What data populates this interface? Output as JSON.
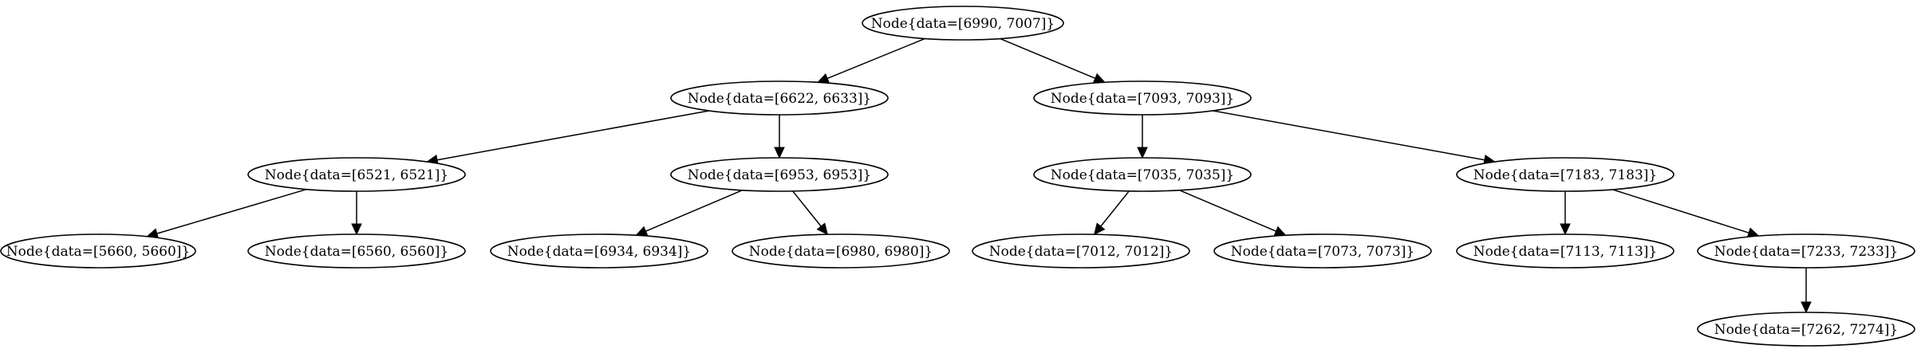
{
  "nodes": {
    "n0": {
      "label": "Node{data=[6990, 7007]}"
    },
    "n1": {
      "label": "Node{data=[6622, 6633]}"
    },
    "n2": {
      "label": "Node{data=[7093, 7093]}"
    },
    "n3": {
      "label": "Node{data=[6521, 6521]}"
    },
    "n4": {
      "label": "Node{data=[6953, 6953]}"
    },
    "n5": {
      "label": "Node{data=[7035, 7035]}"
    },
    "n6": {
      "label": "Node{data=[7183, 7183]}"
    },
    "n7": {
      "label": "Node{data=[5660, 5660]}"
    },
    "n8": {
      "label": "Node{data=[6560, 6560]}"
    },
    "n9": {
      "label": "Node{data=[6934, 6934]}"
    },
    "n10": {
      "label": "Node{data=[6980, 6980]}"
    },
    "n11": {
      "label": "Node{data=[7012, 7012]}"
    },
    "n12": {
      "label": "Node{data=[7073, 7073]}"
    },
    "n13": {
      "label": "Node{data=[7113, 7113]}"
    },
    "n14": {
      "label": "Node{data=[7233, 7233]}"
    },
    "n15": {
      "label": "Node{data=[7262, 7274]}"
    }
  },
  "edges": [
    {
      "from": "n0",
      "to": "n1"
    },
    {
      "from": "n0",
      "to": "n2"
    },
    {
      "from": "n1",
      "to": "n3"
    },
    {
      "from": "n1",
      "to": "n4"
    },
    {
      "from": "n2",
      "to": "n5"
    },
    {
      "from": "n2",
      "to": "n6"
    },
    {
      "from": "n3",
      "to": "n7"
    },
    {
      "from": "n3",
      "to": "n8"
    },
    {
      "from": "n4",
      "to": "n9"
    },
    {
      "from": "n4",
      "to": "n10"
    },
    {
      "from": "n5",
      "to": "n11"
    },
    {
      "from": "n5",
      "to": "n12"
    },
    {
      "from": "n6",
      "to": "n13"
    },
    {
      "from": "n6",
      "to": "n14"
    },
    {
      "from": "n14",
      "to": "n15"
    }
  ]
}
